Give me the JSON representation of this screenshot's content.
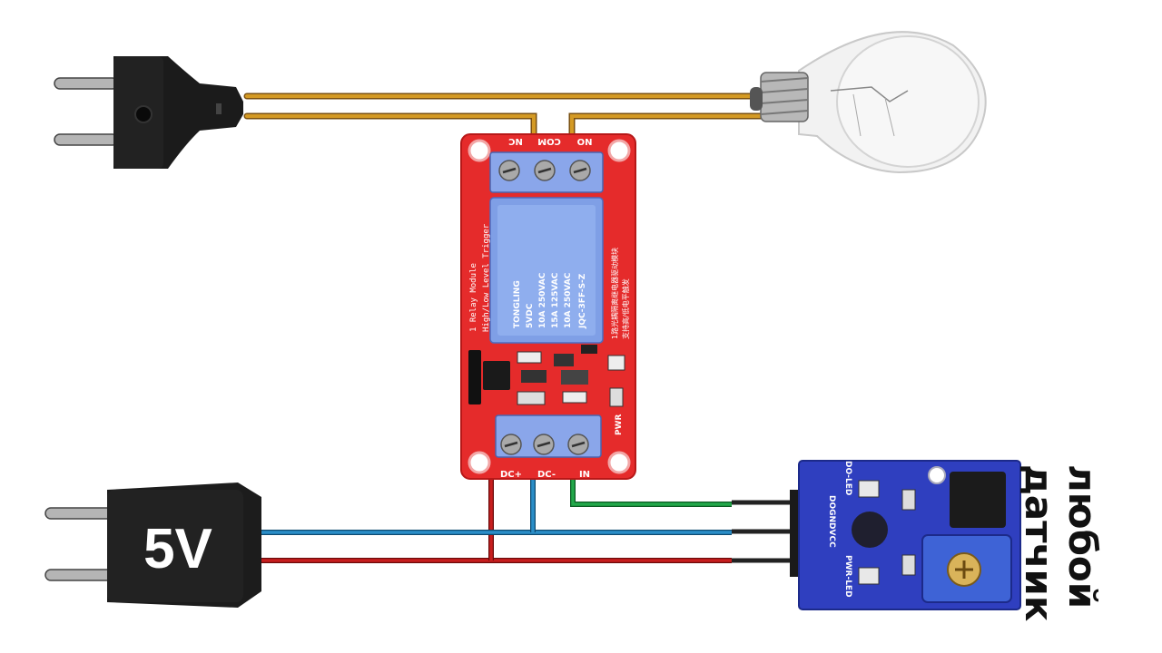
{
  "adapter": {
    "label": "5V"
  },
  "sensor_caption": {
    "line1": "любой",
    "line2": "датчик"
  },
  "relay": {
    "terminals_top": [
      "NC",
      "COM",
      "NO"
    ],
    "terminals_bottom": [
      "DC+",
      "DC-",
      "IN"
    ],
    "title_line1": "1 Relay Module",
    "title_line2": "High/Low Level Trigger",
    "cn_line1": "1路光耦隔离继电器驱动模块",
    "cn_line2": "支持高/低电平触发",
    "pwr": "PWR",
    "coil_brand": "TONGLING",
    "coil_specs": [
      "5VDC",
      "10A 250VAC",
      "15A 125VAC",
      "10A 250VAC",
      "JQC-3FF-S-Z"
    ]
  },
  "sensor_board": {
    "top_label": "DO-LED",
    "pins_label": "DOGNDVCC",
    "bottom_label": "PWR-LED"
  },
  "colors": {
    "mains_wire": "#c8901a",
    "wire_red": "#c81e1e",
    "wire_blue": "#2a8ec8",
    "wire_green": "#22a84a",
    "relay_board": "#e52b2b",
    "relay_coil": "#7f9fe6",
    "sensor_board": "#2f3fbf"
  }
}
